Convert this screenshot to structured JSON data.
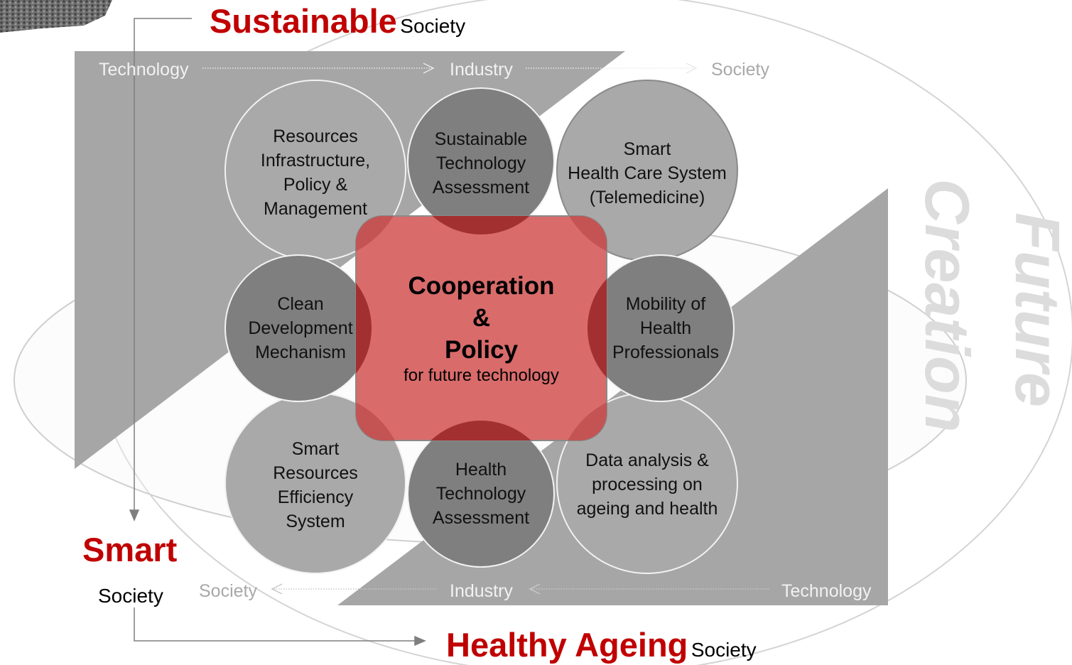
{
  "title_top": {
    "bold": "Sustainable",
    "suffix": "Society"
  },
  "title_left": {
    "bold": "Smart",
    "suffix": "Society"
  },
  "title_bottom": {
    "bold": "Healthy Ageing",
    "suffix": "Society"
  },
  "side_words": {
    "creation": "Creation",
    "future": "Future"
  },
  "flow_top": [
    "Technology",
    "Industry",
    "Society"
  ],
  "flow_bottom": [
    "Society",
    "Industry",
    "Technology"
  ],
  "center": {
    "line1": "Cooperation",
    "line2": "&",
    "line3": "Policy",
    "subtitle": "for future technology"
  },
  "circles": [
    {
      "id": "resources",
      "label": "Resources\nInfrastructure,\nPolicy &\nManagement"
    },
    {
      "id": "sta",
      "label": "Sustainable\nTechnology\nAssessment"
    },
    {
      "id": "smart-health",
      "label": "Smart\nHealth Care System\n(Telemedicine)"
    },
    {
      "id": "cdm",
      "label": "Clean\nDevelopment\nMechanism"
    },
    {
      "id": "mobility",
      "label": "Mobility of\nHealth\nProfessionals"
    },
    {
      "id": "sres",
      "label": "Smart\nResources\nEfficiency\nSystem"
    },
    {
      "id": "hta",
      "label": "Health\nTechnology\nAssessment"
    },
    {
      "id": "data",
      "label": "Data analysis &\nprocessing on\nageing and health"
    }
  ],
  "colors": {
    "red": "#c00000",
    "center_fill": "#d96b6b",
    "circle_dark": "#7f7f7f",
    "circle_light": "#a9a9a9",
    "band": "#a6a6a6"
  }
}
